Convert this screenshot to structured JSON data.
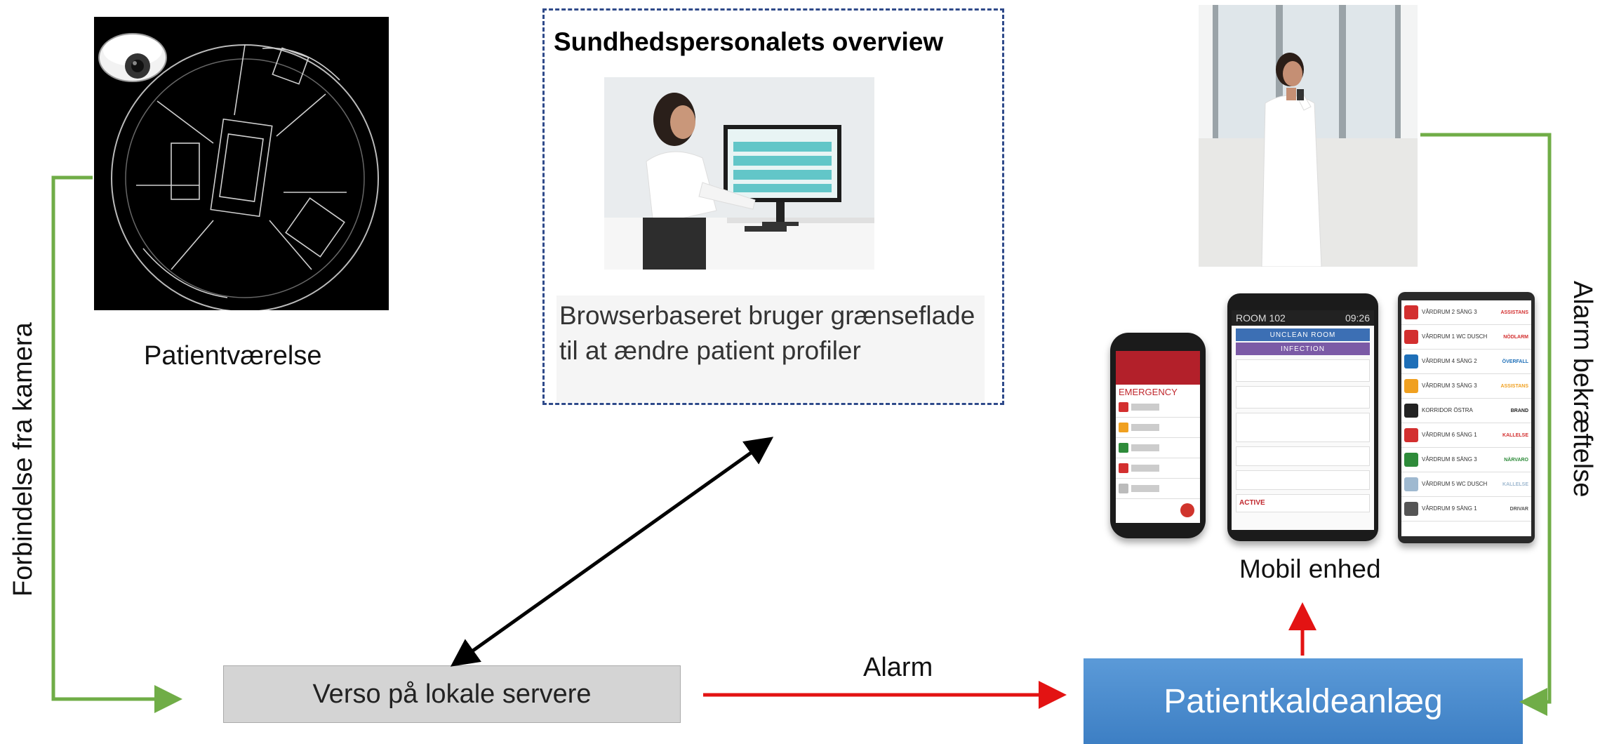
{
  "colors": {
    "green_connector": "#70ad47",
    "red_arrow": "#e31313",
    "black_arrow": "#000000",
    "nurse_call_blue": "#3d7fc4",
    "panel_border": "#2f4a8a",
    "server_grey": "#d4d4d4"
  },
  "camera": {
    "icon": "fisheye-camera-icon",
    "label": "Patientværelse"
  },
  "camera_connection_label": "Forbindelse fra kamera",
  "overview": {
    "title": "Sundhedspersonalets overview",
    "description": "Browserbaseret bruger grænseflade til at ændre patient profiler"
  },
  "server": {
    "label": "Verso på lokale servere"
  },
  "alarm_label": "Alarm",
  "nurse_call": {
    "label": "Patientkaldeanlæg"
  },
  "mobile": {
    "label": "Mobil enhed"
  },
  "alarm_ack_label": "Alarm bekræftelse",
  "devices": {
    "phone_emergency": "EMERGENCY",
    "tablet_room": "ROOM 102",
    "tablet_time": "09:26",
    "tablet_btn1": "UNCLEAN ROOM",
    "tablet_btn2": "INFECTION",
    "tablet_active": "ACTIVE",
    "panel_rows": [
      {
        "name": "VÅRDRUM 2 SÄNG 3",
        "status": "ASSISTANS",
        "color": "#d32f2f"
      },
      {
        "name": "VÅRDRUM 1 WC DUSCH",
        "status": "NÖDLARM",
        "color": "#d32f2f"
      },
      {
        "name": "VÅRDRUM 4 SÄNG 2",
        "status": "ÖVERFALL",
        "color": "#1e6fb8"
      },
      {
        "name": "VÅRDRUM 3 SÄNG 3",
        "status": "ASSISTANS",
        "color": "#f0a020"
      },
      {
        "name": "KORRIDOR ÖSTRA",
        "status": "BRAND",
        "color": "#222222"
      },
      {
        "name": "VÅRDRUM 6 SÄNG 1",
        "status": "KALLELSE",
        "color": "#d32f2f"
      },
      {
        "name": "VÅRDRUM 8 SÄNG 3",
        "status": "NÄRVARO",
        "color": "#2e8b3a"
      },
      {
        "name": "VÅRDRUM 5 WC DUSCH",
        "status": "KALLELSE",
        "color": "#9fb9d0"
      },
      {
        "name": "VÅRDRUM 9 SÄNG 1",
        "status": "DRIVAR",
        "color": "#555555"
      }
    ]
  }
}
